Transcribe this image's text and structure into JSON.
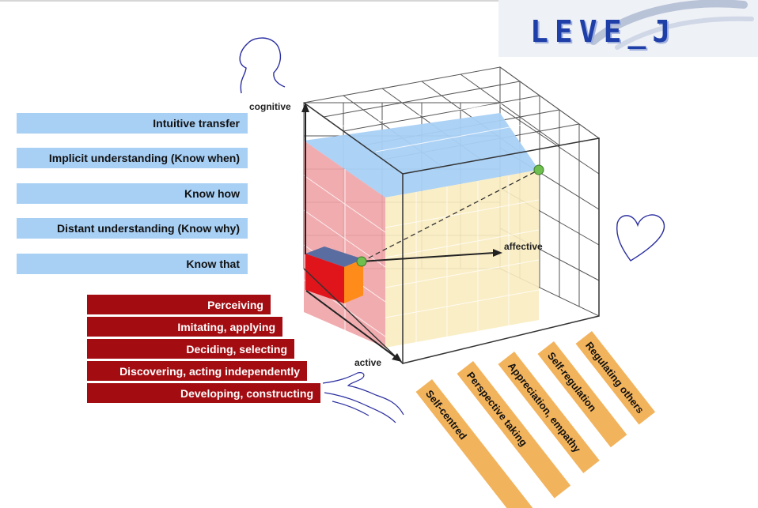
{
  "logo": {
    "text": "LEVE_J"
  },
  "axes": {
    "cognitive": "cognitive",
    "affective": "affective",
    "active": "active"
  },
  "cognitive_levels": [
    "Intuitive transfer",
    "Implicit understanding (Know when)",
    "Know how",
    "Distant understanding (Know why)",
    "Know that"
  ],
  "active_levels": [
    "Perceiving",
    "Imitating, applying",
    "Deciding, selecting",
    "Discovering, acting independently",
    "Developing, constructing"
  ],
  "affective_levels": [
    "Self-centred",
    "Perspective taking",
    "Appreciation, empathy",
    "Self-regulation",
    "Regulating others"
  ],
  "colors": {
    "cognitive_bar": "#a8d0f5",
    "active_bar": "#a30d12",
    "affective_bar": "#f2b35d",
    "cube_top_face": "#a8d0f5",
    "cube_left_face": "#f0a3a6",
    "cube_back_face": "#faecc0",
    "small_cube_top": "#5a6da0",
    "small_cube_left": "#e0141b",
    "small_cube_front": "#ff8c1a",
    "marker": "#6fbf4f",
    "sketch": "#2b2fa0"
  },
  "icons": [
    "head-icon",
    "heart-icon",
    "hand-icon"
  ]
}
